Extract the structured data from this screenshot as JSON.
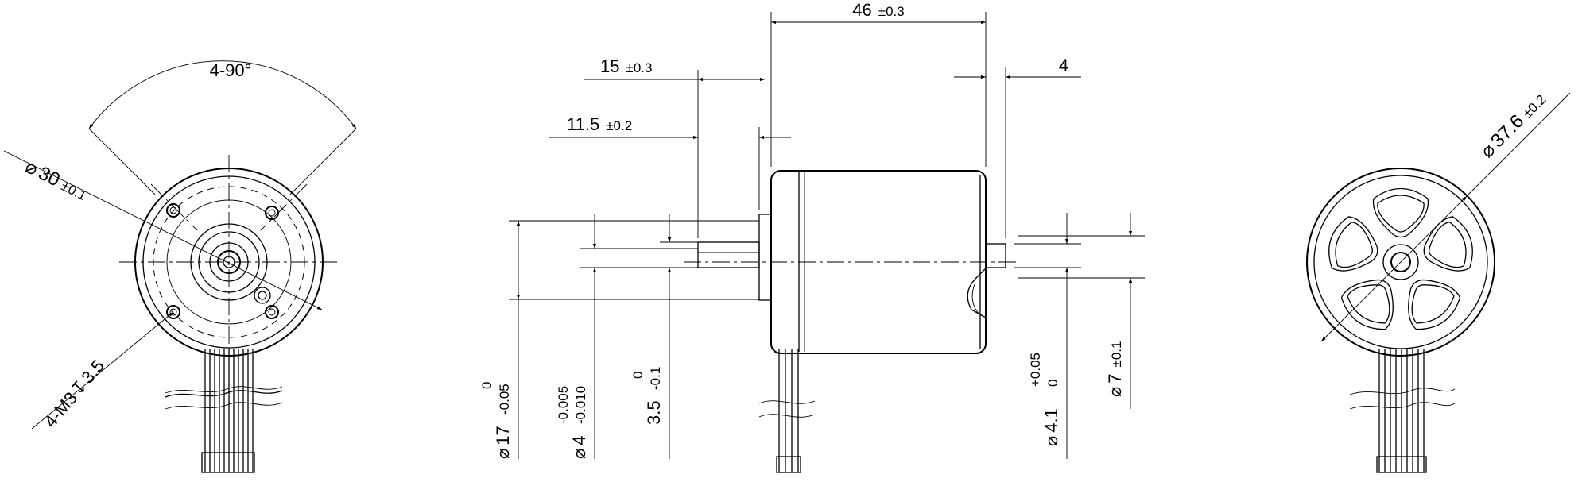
{
  "dimensions": {
    "shaft_offset": "15",
    "shaft_offset_tol": "±0.3",
    "flange_offset": "11.5",
    "flange_offset_tol": "±0.2",
    "body_length": "46",
    "body_length_tol": "±0.3",
    "rear_shaft_length": "4",
    "flange_dia": "17",
    "flange_dia_upper": "0",
    "flange_dia_lower": "-0.05",
    "shaft_dia": "4",
    "shaft_dia_upper": "-0.005",
    "shaft_dia_lower": "-0.010",
    "flat": "3.5",
    "flat_upper": "0",
    "flat_lower": "-0.1",
    "rear_shaft_dia": "4.1",
    "rear_shaft_upper": "+0.05",
    "rear_shaft_lower": "0",
    "rear_boss_dia": "7",
    "rear_boss_tol": "±0.1",
    "angle": "4-90°",
    "bolt_circle": "30",
    "bolt_circle_tol": "±0.1",
    "thread": "4-M3",
    "thread_depth": "3.5",
    "outer_dia": "37.6",
    "outer_dia_tol": "±0.2"
  },
  "symbols": {
    "diameter": "⌀",
    "depth": "↧"
  }
}
